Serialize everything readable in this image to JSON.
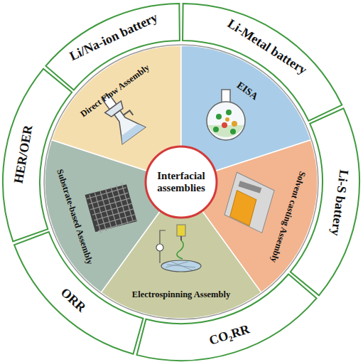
{
  "diagram": {
    "nodes": [
      {
        "text": [
          "Li/Na-ion battery"
        ]
      },
      {
        "text": [
          "Li-Metal battery"
        ]
      },
      {
        "text": [
          "Li-S battery"
        ]
      },
      {
        "text": [
          "CO₂RR"
        ]
      },
      {
        "text": [
          "ORR"
        ]
      },
      {
        "text": [
          "HER/OER"
        ]
      },
      {
        "text": [
          "Direct Flow Assembly"
        ]
      },
      {
        "text": [
          "EISA"
        ]
      },
      {
        "text": [
          "Solvent casting Assembly"
        ]
      },
      {
        "text": [
          "Electrospinning Assembly"
        ]
      },
      {
        "text": [
          "Substrate-based Assembly"
        ]
      },
      {
        "text": [
          "Interfacial assemblies"
        ]
      }
    ]
  }
}
